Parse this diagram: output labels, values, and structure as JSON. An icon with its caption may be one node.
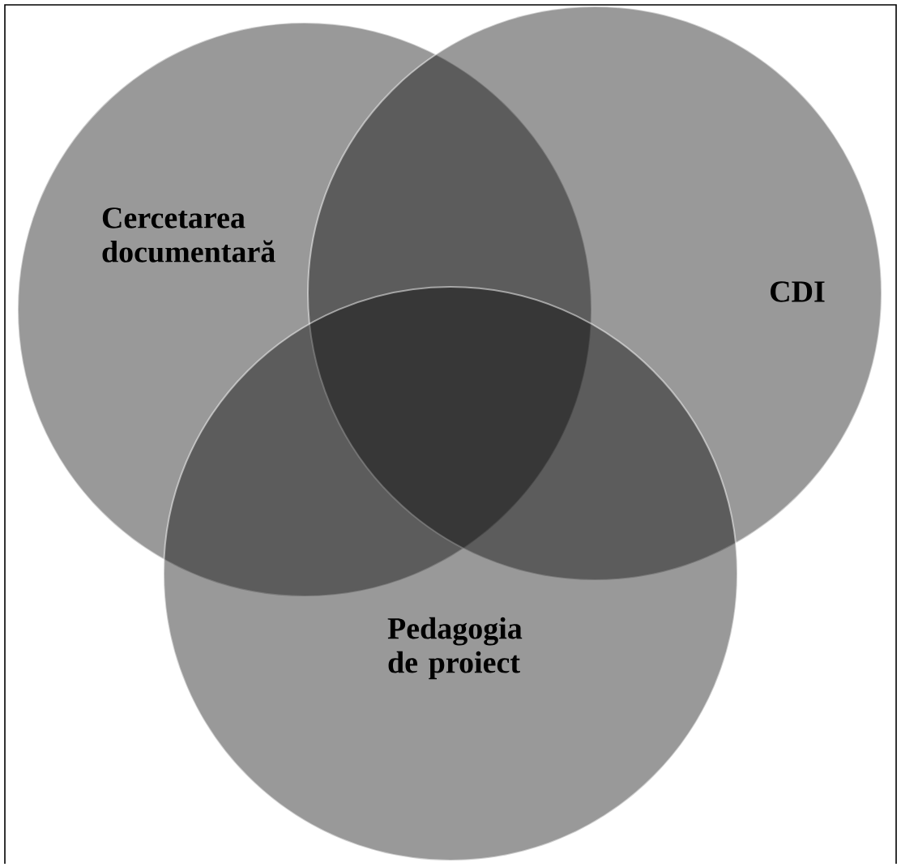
{
  "diagram": {
    "nodes": [
      {
        "text": [
          "Cercetarea documentară"
        ]
      },
      {
        "text": [
          "CDI"
        ]
      },
      {
        "text": [
          "Pedagogia de proiect"
        ]
      }
    ]
  }
}
